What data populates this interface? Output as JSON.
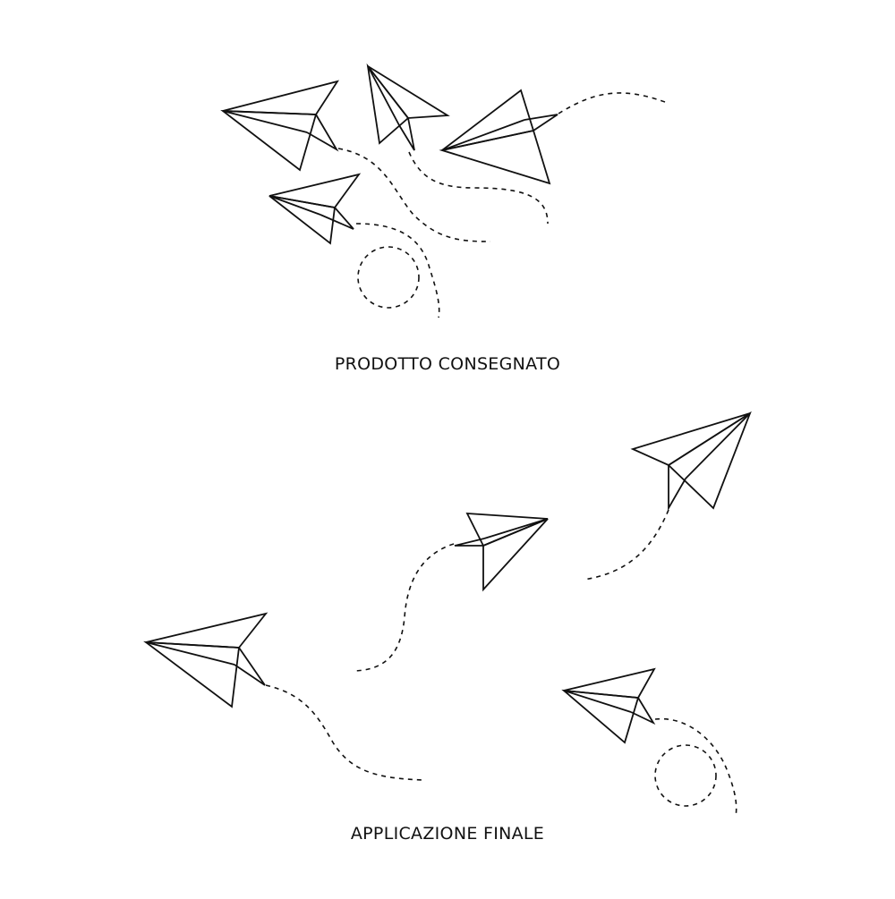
{
  "captions": {
    "top": "PRODOTTO CONSEGNATO",
    "bottom": "APPLICAZIONE FINALE"
  },
  "icons": {
    "plane": "paper-plane-icon",
    "trail": "dashed-flight-path"
  },
  "colors": {
    "background": "#ffffff",
    "ink": "#111111"
  }
}
